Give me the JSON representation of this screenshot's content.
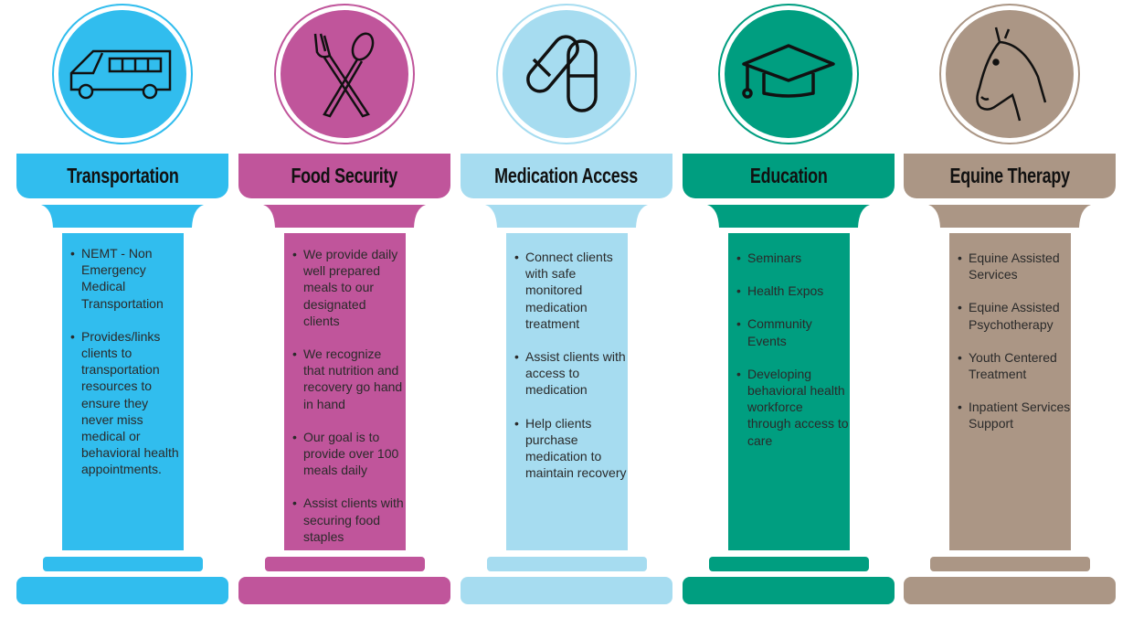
{
  "pillars": [
    {
      "title": "Transportation",
      "icon": "van-icon",
      "color": "#31bdee",
      "items": [
        "NEMT - Non Emergency Medical Transportation",
        "Provides/links clients to transportation resources to ensure they never miss medical or behavioral health appointments."
      ]
    },
    {
      "title": "Food Security",
      "icon": "fork-spoon-icon",
      "color": "#c0559b",
      "items": [
        "We provide daily well prepared meals to our designated clients",
        "We recognize that nutrition and recovery go hand in hand",
        "Our goal is to provide over 100 meals daily",
        "Assist clients with securing food staples"
      ]
    },
    {
      "title": "Medication Access",
      "icon": "pills-icon",
      "color": "#a6dcf0",
      "items": [
        "Connect clients with safe monitored medication treatment",
        "Assist clients with access to medication",
        "Help clients purchase medication to maintain recovery"
      ]
    },
    {
      "title": "Education",
      "icon": "graduation-cap-icon",
      "color": "#009e80",
      "items": [
        "Seminars",
        "Health Expos",
        "Community Events",
        "Developing behavioral health workforce through access to care"
      ]
    },
    {
      "title": "Equine Therapy",
      "icon": "horse-head-icon",
      "color": "#ab9685",
      "items": [
        "Equine Assisted Services",
        "Equine Assisted Psychotherapy",
        "Youth Centered Treatment",
        "Inpatient Services Support"
      ]
    }
  ]
}
